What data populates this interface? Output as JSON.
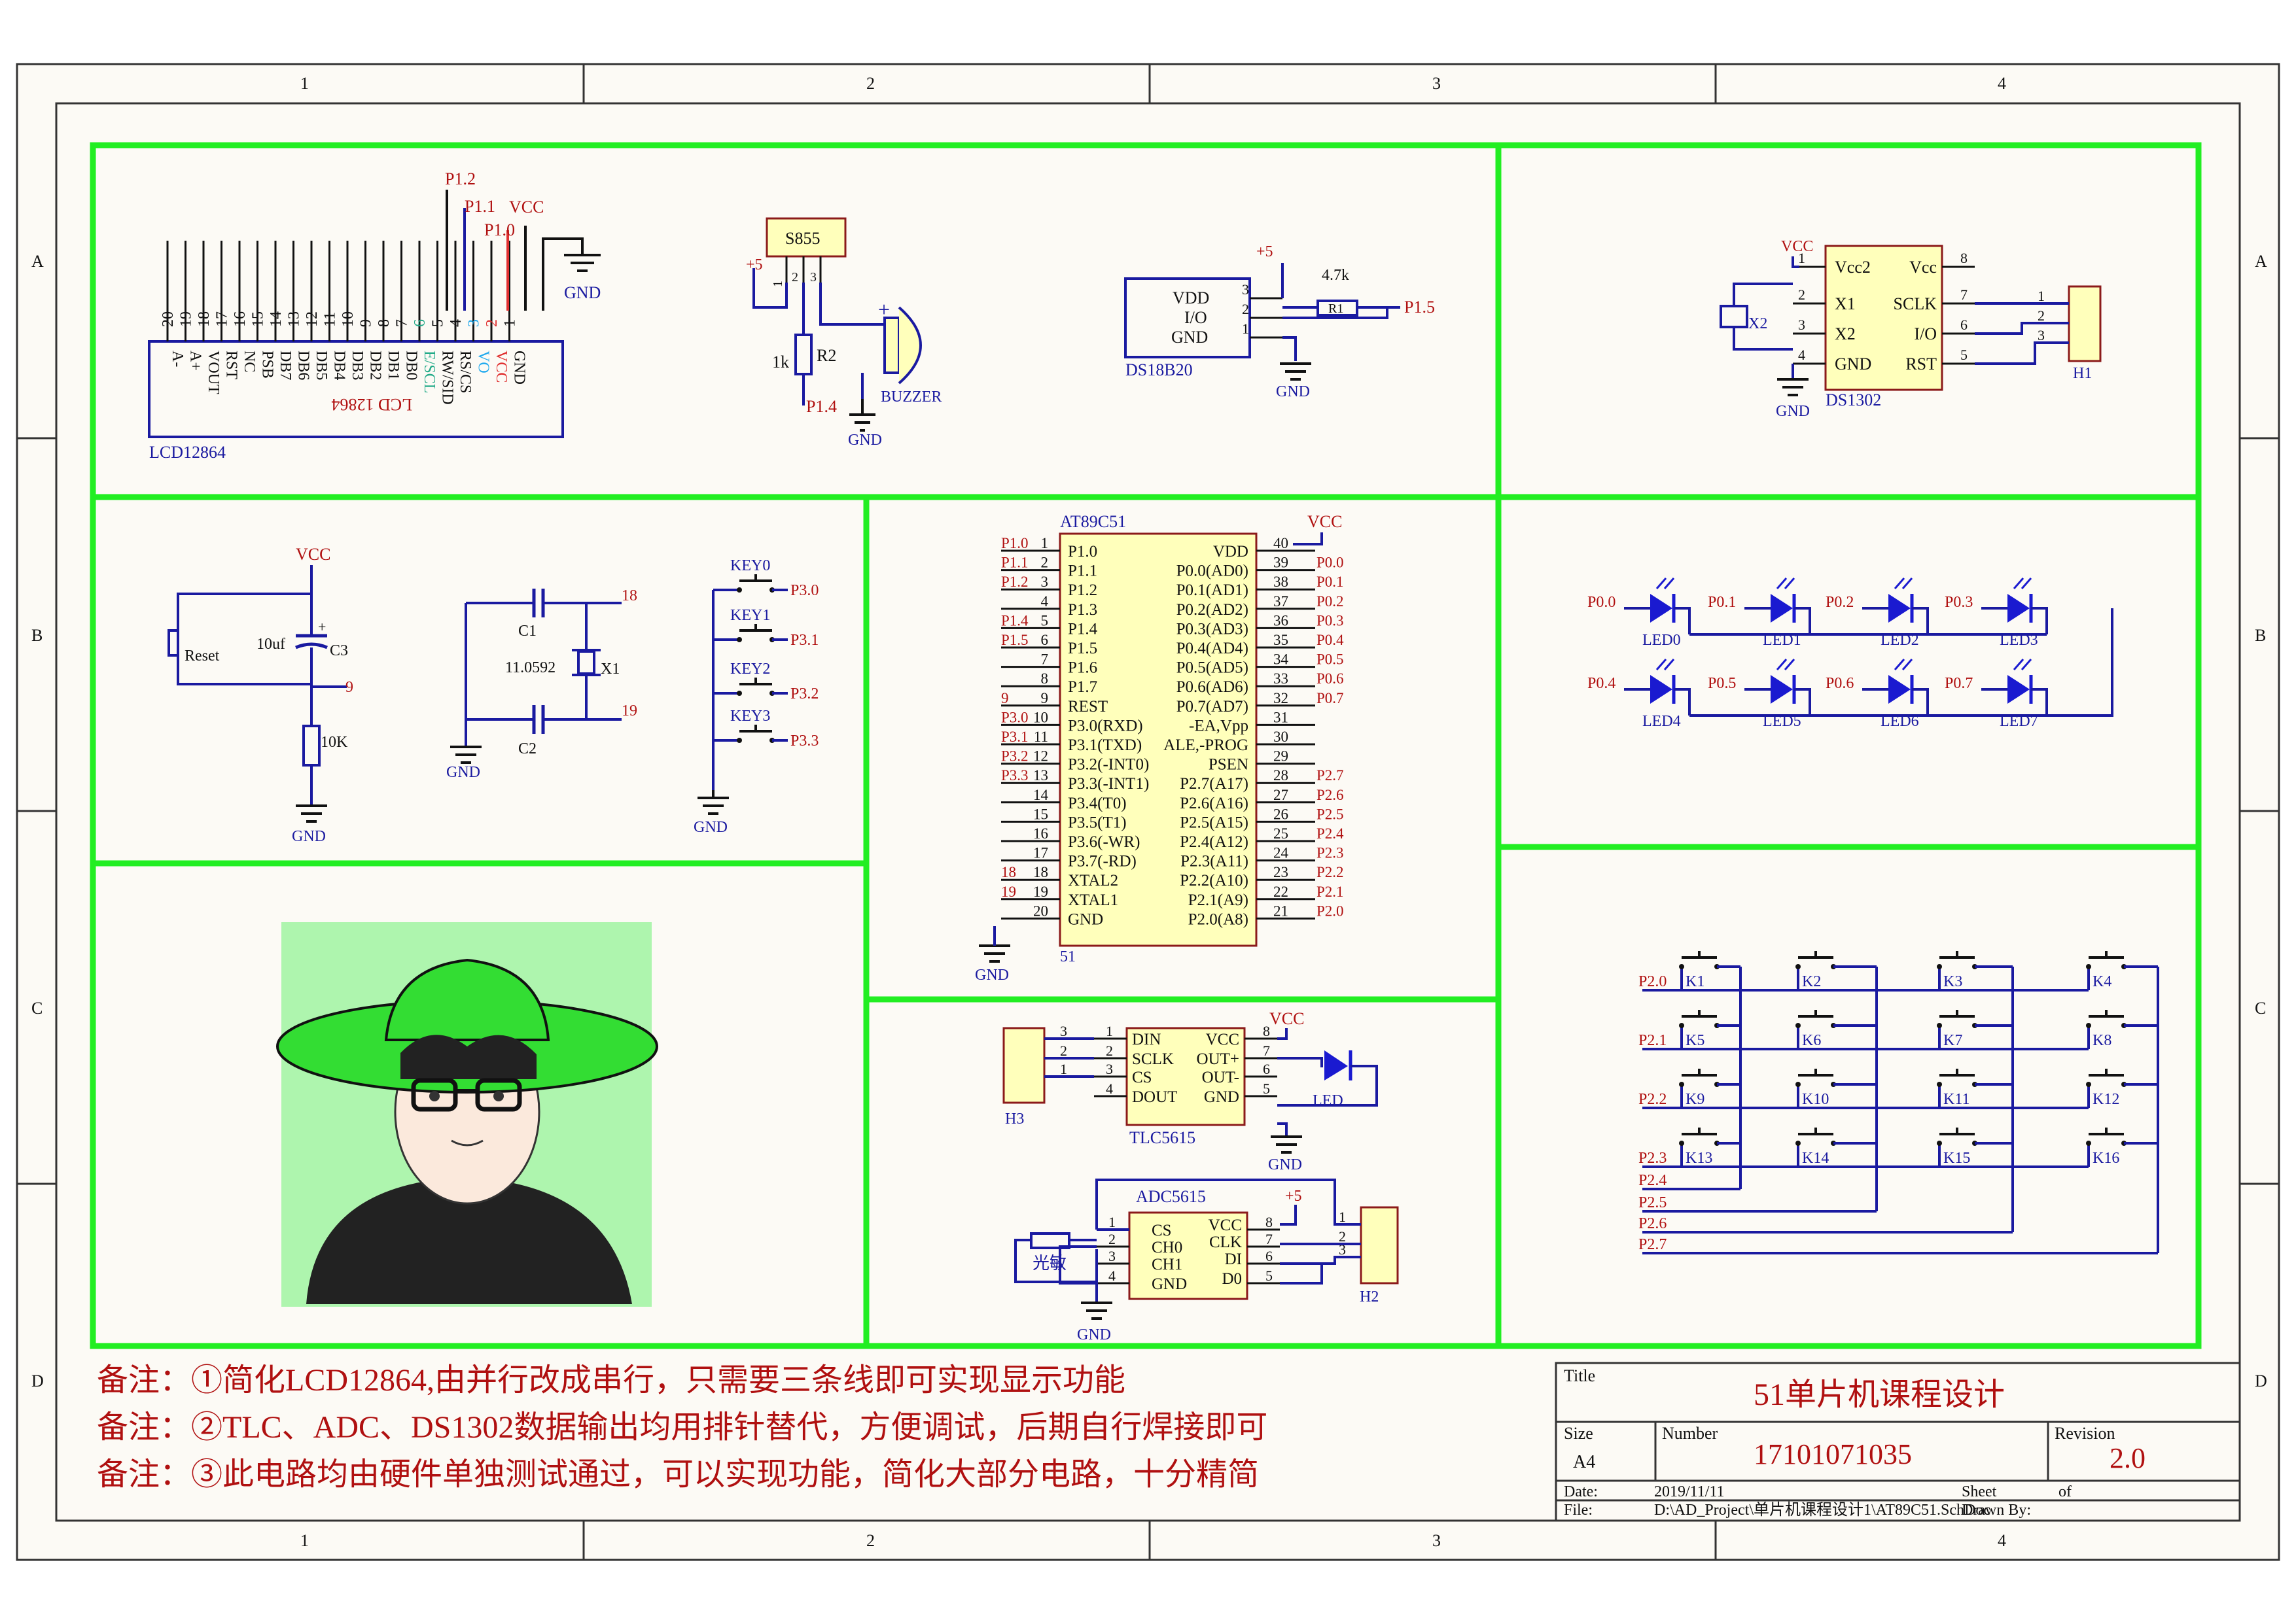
{
  "frame": {
    "columns": [
      "1",
      "2",
      "3",
      "4"
    ],
    "rows": [
      "A",
      "B",
      "C",
      "D"
    ]
  },
  "lcd": {
    "name": "LCD12864",
    "pins": [
      "A-",
      "A+",
      "VOUT",
      "RST",
      "NC",
      "PSB",
      "DB7",
      "DB6",
      "DB5",
      "DB4",
      "DB3",
      "DB2",
      "DB1",
      "DB0",
      "E/SCL",
      "RW/SID",
      "RS/CS",
      "VO",
      "VCC",
      "GND"
    ],
    "numbers": [
      "20",
      "19",
      "18",
      "17",
      "16",
      "15",
      "14",
      "13",
      "12",
      "11",
      "10",
      "9",
      "8",
      "7",
      "6",
      "5",
      "4",
      "3",
      "2",
      "1"
    ],
    "net_top": [
      "P1.2",
      "P1.1",
      "P1.0",
      "VCC",
      "GND"
    ],
    "title_text": "LCD 12864"
  },
  "buzzer": {
    "driver": "S855",
    "plus": "+5",
    "r_value": "1k",
    "r_name": "R2",
    "net": "P1.4",
    "name": "BUZZER",
    "gnd": "GND",
    "pins": [
      "1",
      "2",
      "3"
    ]
  },
  "ds18b20": {
    "name": "DS18B20",
    "pins": [
      "VDD",
      "I/O",
      "GND"
    ],
    "numbers": [
      "3",
      "2",
      "1"
    ],
    "plus": "+5",
    "r_value": "4.7k",
    "r_name": "R1",
    "net": "P1.5",
    "gnd": "GND"
  },
  "ds1302": {
    "name": "DS1302",
    "left_pins": [
      "Vcc2",
      "X1",
      "X2",
      "GND"
    ],
    "right_pins": [
      "Vcc",
      "SCLK",
      "I/O",
      "RST"
    ],
    "left_nums": [
      "1",
      "2",
      "3",
      "4"
    ],
    "right_nums": [
      "8",
      "7",
      "6",
      "5"
    ],
    "vcc": "VCC",
    "crystal": "X2",
    "gnd": "GND",
    "header": "H1",
    "header_nums": [
      "1",
      "2",
      "3"
    ]
  },
  "reset": {
    "vcc": "VCC",
    "switch": "Reset",
    "cap_value": "10uf",
    "cap_name": "C3",
    "net": "9",
    "res": "10K",
    "gnd": "GND"
  },
  "osc": {
    "c1": "C1",
    "c2": "C2",
    "crystal_value": "11.0592",
    "crystal": "X1",
    "n18": "18",
    "n19": "19",
    "gnd": "GND"
  },
  "keys": {
    "labels": [
      "KEY0",
      "KEY1",
      "KEY2",
      "KEY3"
    ],
    "nets": [
      "P3.0",
      "P3.1",
      "P3.2",
      "P3.3"
    ],
    "gnd": "GND"
  },
  "mcu": {
    "name": "AT89C51",
    "ref": "51",
    "vcc": "VCC",
    "gnd": "GND",
    "left_pins": [
      "P1.0",
      "P1.1",
      "P1.2",
      "P1.3",
      "P1.4",
      "P1.5",
      "P1.6",
      "P1.7",
      "REST",
      "P3.0(RXD)",
      "P3.1(TXD)",
      "P3.2(-INT0)",
      "P3.3(-INT1)",
      "P3.4(T0)",
      "P3.5(T1)",
      "P3.6(-WR)",
      "P3.7(-RD)",
      "XTAL2",
      "XTAL1",
      "GND"
    ],
    "left_nums": [
      "1",
      "2",
      "3",
      "4",
      "5",
      "6",
      "7",
      "8",
      "9",
      "10",
      "11",
      "12",
      "13",
      "14",
      "15",
      "16",
      "17",
      "18",
      "19",
      "20"
    ],
    "left_nets": [
      "P1.0",
      "P1.1",
      "P1.2",
      "",
      "P1.4",
      "P1.5",
      "",
      "",
      "9",
      "P3.0",
      "P3.1",
      "P3.2",
      "P3.3",
      "",
      "",
      "",
      "",
      "18",
      "19",
      ""
    ],
    "right_pins": [
      "VDD",
      "P0.0(AD0)",
      "P0.1(AD1)",
      "P0.2(AD2)",
      "P0.3(AD3)",
      "P0.4(AD4)",
      "P0.5(AD5)",
      "P0.6(AD6)",
      "P0.7(AD7)",
      "-EA,Vpp",
      "ALE,-PROG",
      "PSEN",
      "P2.7(A17)",
      "P2.6(A16)",
      "P2.5(A15)",
      "P2.4(A12)",
      "P2.3(A11)",
      "P2.2(A10)",
      "P2.1(A9)",
      "P2.0(A8)"
    ],
    "right_nums": [
      "40",
      "39",
      "38",
      "37",
      "36",
      "35",
      "34",
      "33",
      "32",
      "31",
      "30",
      "29",
      "28",
      "27",
      "26",
      "25",
      "24",
      "23",
      "22",
      "21"
    ],
    "right_nets": [
      "",
      "P0.0",
      "P0.1",
      "P0.2",
      "P0.3",
      "P0.4",
      "P0.5",
      "P0.6",
      "P0.7",
      "",
      "",
      "",
      "P2.7",
      "P2.6",
      "P2.5",
      "P2.4",
      "P2.3",
      "P2.2",
      "P2.1",
      "P2.0"
    ]
  },
  "leds": {
    "names": [
      "LED0",
      "LED1",
      "LED2",
      "LED3",
      "LED4",
      "LED5",
      "LED6",
      "LED7"
    ],
    "nets": [
      "P0.0",
      "P0.1",
      "P0.2",
      "P0.3",
      "P0.4",
      "P0.5",
      "P0.6",
      "P0.7"
    ],
    "color": "#1a1ad0"
  },
  "tlc": {
    "name": "TLC5615",
    "pins_l": [
      "DIN",
      "SCLK",
      "CS",
      "DOUT"
    ],
    "pins_r": [
      "VCC",
      "OUT+",
      "OUT-",
      "GND"
    ],
    "nums_l": [
      "1",
      "2",
      "3",
      "4"
    ],
    "nums_r": [
      "8",
      "7",
      "6",
      "5"
    ],
    "header": "H3",
    "header_nums": [
      "3",
      "2",
      "1"
    ],
    "vcc": "VCC",
    "led": "LED",
    "gnd": "GND"
  },
  "adc": {
    "name": "ADC5615",
    "pins_l": [
      "CS",
      "CH0",
      "CH1",
      "GND"
    ],
    "pins_r": [
      "VCC",
      "CLK",
      "DI",
      "D0"
    ],
    "nums_l": [
      "1",
      "2",
      "3",
      "4"
    ],
    "nums_r": [
      "8",
      "7",
      "6",
      "5"
    ],
    "plus": "+5",
    "header": "H2",
    "header_nums": [
      "1",
      "2",
      "3"
    ],
    "sensor": "光敏",
    "gnd": "GND"
  },
  "matrix": {
    "keys": [
      "K1",
      "K2",
      "K3",
      "K4",
      "K5",
      "K6",
      "K7",
      "K8",
      "K9",
      "K10",
      "K11",
      "K12",
      "K13",
      "K14",
      "K15",
      "K16"
    ],
    "nets": [
      "P2.0",
      "P2.1",
      "P2.2",
      "P2.3",
      "P2.4",
      "P2.5",
      "P2.6",
      "P2.7"
    ]
  },
  "notes": [
    "备注：①简化LCD12864,由并行改成串行，只需要三条线即可实现显示功能",
    "备注：②TLC、ADC、DS1302数据输出均用排针替代，方便调试，后期自行焊接即可",
    "备注：③此电路均由硬件单独测试通过，可以实现功能，简化大部分电路，十分精简"
  ],
  "titleblock": {
    "title_label": "Title",
    "title": "51单片机课程设计",
    "size_label": "Size",
    "size": "A4",
    "number_label": "Number",
    "number": "17101071035",
    "revision_label": "Revision",
    "revision": "2.0",
    "date_label": "Date:",
    "date": "2019/11/11",
    "file_label": "File:",
    "file": "D:\\AD_Project\\单片机课程设计1\\AT89C51.SchDoc",
    "sheet_label": "Sheet",
    "of_label": "of",
    "drawn_label": "Drawn By:"
  },
  "colors": {
    "box": "#22ee22",
    "wire": "#1a1aa0",
    "net": "#b01010",
    "chip": "#ffffbb",
    "avatar_bg": "#aef5ae",
    "hat": "#33dd33"
  }
}
